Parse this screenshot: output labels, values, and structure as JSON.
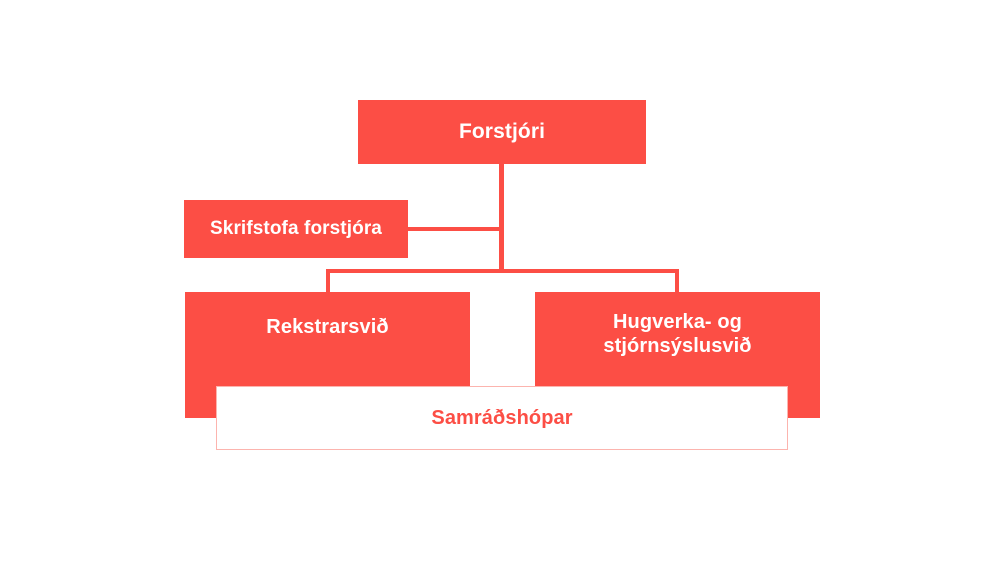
{
  "diagram": {
    "title": "Organizational structure chart",
    "background_color": "#ffffff",
    "accent_color": "#fc4e45",
    "outline_color": "#fcb4ae",
    "filled_text_color": "#ffffff",
    "nodes": [
      {
        "id": "ceo",
        "label": "Forstjóri",
        "style": "filled",
        "level": 0
      },
      {
        "id": "ceo_office",
        "label": "Skrifstofa forstjóra",
        "style": "filled",
        "level": 1
      },
      {
        "id": "operations",
        "label": "Rekstrarsvið",
        "style": "filled",
        "level": 2
      },
      {
        "id": "ip_admin",
        "label": "Hugverka- og\nstjórnsýslusvið",
        "style": "filled",
        "level": 2
      },
      {
        "id": "consultation",
        "label": "Samráðshópar",
        "style": "outline",
        "level": 3
      }
    ],
    "connections": [
      {
        "from": "ceo",
        "to": "ceo_office"
      },
      {
        "from": "ceo",
        "to": "operations"
      },
      {
        "from": "ceo",
        "to": "ip_admin"
      }
    ]
  }
}
